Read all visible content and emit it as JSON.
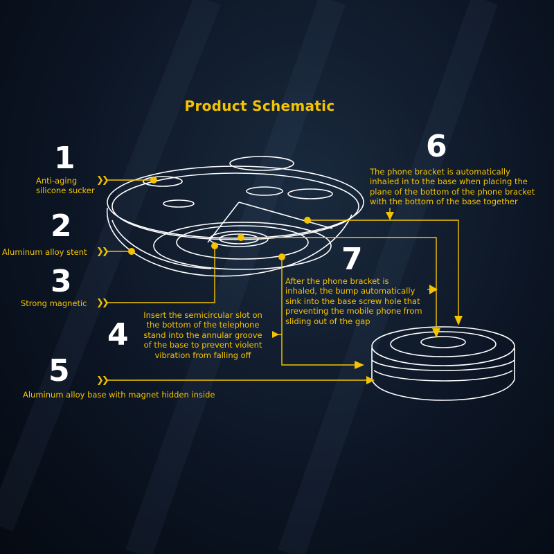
{
  "title": "Product Schematic",
  "colors": {
    "accent": "#f5c400",
    "number": "#ffffff",
    "background": "#0c1524"
  },
  "arrow_glyph": "❯❯",
  "callouts": [
    {
      "number": "1",
      "lines": [
        "Anti-aging",
        "silicone sucker"
      ]
    },
    {
      "number": "2",
      "lines": [
        "Aluminum alloy stent"
      ]
    },
    {
      "number": "3",
      "lines": [
        "Strong magnetic"
      ]
    },
    {
      "number": "4",
      "lines": [
        "Insert the semicircular slot on",
        "the bottom of the telephone",
        "stand into the annular groove",
        "of the base to prevent violent",
        "vibration from falling off"
      ]
    },
    {
      "number": "5",
      "lines": [
        "Aluminum alloy base with magnet hidden inside"
      ]
    },
    {
      "number": "6",
      "lines": [
        "The phone bracket is automatically",
        "inhaled in to the base when placing the",
        "plane of the bottom of the phone bracket",
        "with the bottom of the base together"
      ]
    },
    {
      "number": "7",
      "lines": [
        "After the phone bracket is",
        "inhaled, the bump automatically",
        "sink into the base screw hole that",
        "preventing the mobile phone from",
        "sliding out of the gap"
      ]
    }
  ]
}
